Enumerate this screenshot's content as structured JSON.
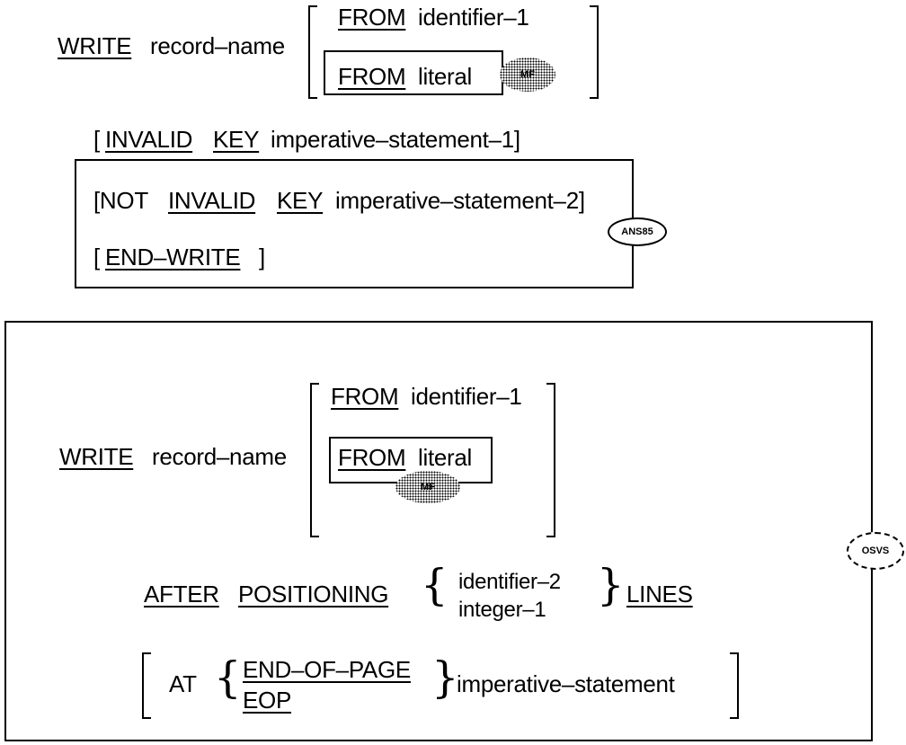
{
  "syntax1": {
    "write": "WRITE",
    "record_name": "record–name",
    "from1": "FROM",
    "identifier1": "identifier–1",
    "from2": "FROM",
    "literal": "literal",
    "mf_badge": "MF",
    "invalid_open": "[",
    "invalid": "INVALID",
    "key": "KEY",
    "imp1": "imperative–statement–1]",
    "not_open": "[NOT",
    "invalid2": "INVALID",
    "key2": "KEY",
    "imp2": "imperative–statement–2]",
    "ans_badge": "ANS85",
    "end_open": "[",
    "end_write": "END–WRITE",
    "end_close": "]"
  },
  "syntax2": {
    "write": "WRITE",
    "record_name": "record–name",
    "from1": "FROM",
    "identifier1": "identifier–1",
    "from2": "FROM",
    "literal": "literal",
    "mf_badge": "MF",
    "after": "AFTER",
    "positioning": "POSITIONING",
    "identifier2": "identifier–2",
    "integer1": "integer–1",
    "lines": "LINES",
    "at": "AT",
    "end_of_page": "END–OF–PAGE",
    "eop": "EOP",
    "imperative": "imperative–statement",
    "osvs_badge": "OSVS"
  }
}
